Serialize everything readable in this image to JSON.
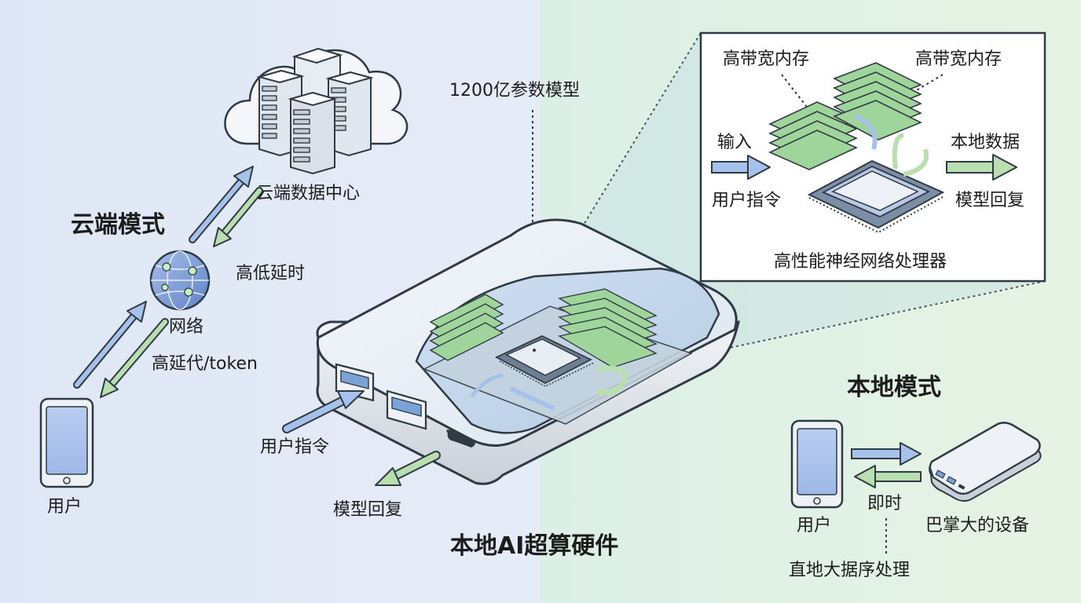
{
  "cloud_mode": {
    "title": "云端模式",
    "datacenter_label": "云端数据中心",
    "network_label": "网络",
    "high_low_latency": "高低延时",
    "high_latency_token": "高延代/token",
    "user_label": "用户"
  },
  "device": {
    "title": "本地AI超算硬件",
    "model_params": "1200亿参数模型",
    "user_command": "用户指令",
    "model_reply": "模型回复"
  },
  "inset": {
    "hbm_left": "高带宽内存",
    "hbm_right": "高带宽内存",
    "input_label": "输入",
    "user_command": "用户指令",
    "local_data": "本地数据",
    "model_reply": "模型回复",
    "npu_label": "高性能神经网络处理器"
  },
  "local_mode": {
    "title": "本地模式",
    "user_label": "用户",
    "instant_label": "即时",
    "device_label": "巴掌大的设备",
    "data_processing": "直地大据序处理"
  },
  "colors": {
    "bg_left": "#e3eaf7",
    "bg_right": "#e3f1e3",
    "blue_arrow": "#a6c2ea",
    "green_arrow": "#b9deb0",
    "chip_green": "#9fd49a",
    "outline": "#2f3a44"
  }
}
